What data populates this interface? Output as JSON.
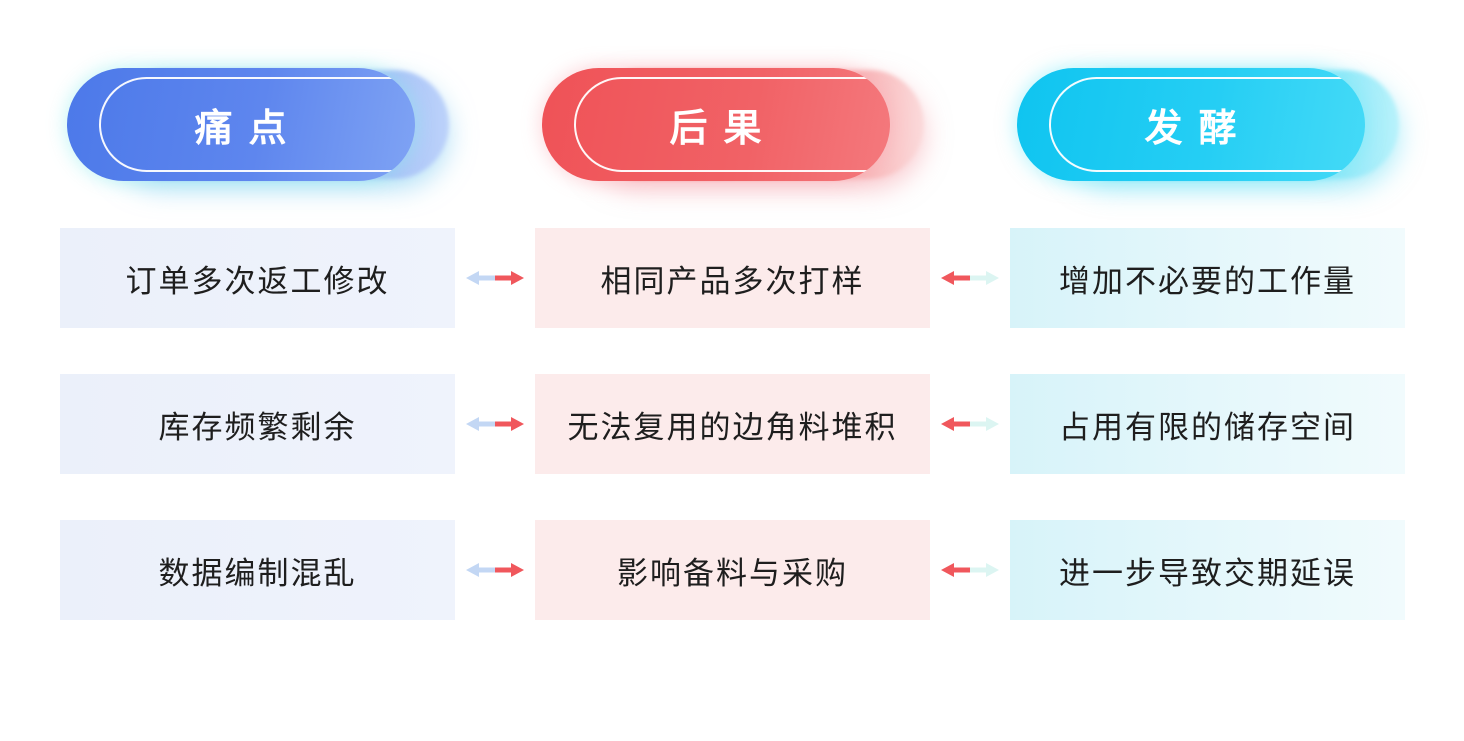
{
  "page": {
    "background": "#ffffff"
  },
  "columns": [
    {
      "id": "pain",
      "header": "痛点",
      "theme": {
        "pill_gradient_start": "#4C79E9",
        "pill_gradient_end": "#7FA3F4",
        "pill_back": "#6F94F0",
        "glow": "#82EBEB",
        "box_background": "#EDF1FB"
      },
      "items": [
        "订单多次返工修改",
        "库存频繁剩余",
        "数据编制混乱"
      ]
    },
    {
      "id": "consequence",
      "header": "后果",
      "theme": {
        "pill_gradient_start": "#EF5257",
        "pill_gradient_end": "#F4797D",
        "pill_back": "#F0585C",
        "glow": "#FAAAB4",
        "box_background": "#FCEBEB"
      },
      "items": [
        "相同产品多次打样",
        "无法复用的边角料堆积",
        "影响备料与采购"
      ]
    },
    {
      "id": "ferment",
      "header": "发酵",
      "theme": {
        "pill_gradient_start": "#0FC4F0",
        "pill_gradient_end": "#45DAF7",
        "pill_back": "#28CEF3",
        "glow": "#78EBFA",
        "box_background": "#D7F3F9"
      },
      "items": [
        "增加不必要的工作量",
        "占用有限的储存空间",
        "进一步导致交期延误"
      ]
    }
  ],
  "connectors": [
    {
      "between": "pain-consequence",
      "direction": "bidirectional",
      "left_arrow_color": "#C3D7F4",
      "right_arrow_color": "#F0575C"
    },
    {
      "between": "consequence-ferment",
      "direction": "bidirectional",
      "left_arrow_color": "#F0575C",
      "right_arrow_color": "#DCF5F2"
    }
  ],
  "text_color": "#1E1E1E",
  "pill_text_color": "#FFFFFF"
}
